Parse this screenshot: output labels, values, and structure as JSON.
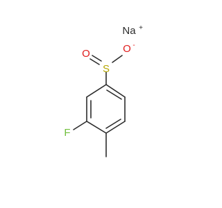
{
  "molecule": {
    "atoms": {
      "sodium": {
        "label": "Na",
        "charge": "+",
        "color": "#2b2b2b"
      },
      "oxygen_anion": {
        "label": "O",
        "charge": "-",
        "color": "#e01b1b"
      },
      "oxygen_double": {
        "label": "O",
        "color": "#e01b1b"
      },
      "sulfur": {
        "label": "S",
        "color": "#b5a700"
      },
      "fluorine": {
        "label": "F",
        "color": "#6fbf3b"
      }
    }
  }
}
